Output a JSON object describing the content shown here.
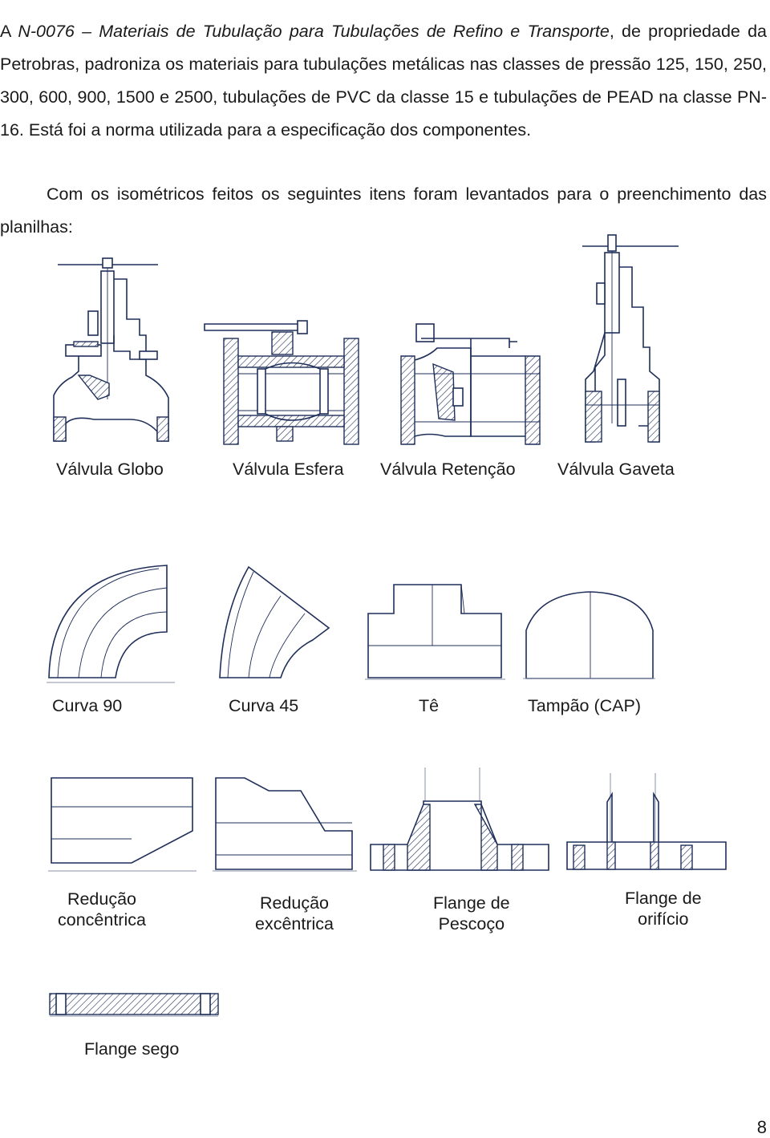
{
  "intro": {
    "lead": "A ",
    "norm_ref": "N-0076 – Materiais de Tubulação para Tubulações de Refino e Transporte",
    "body": ", de propriedade da Petrobras, padroniza os materiais para tubulações metálicas nas classes de pressão 125, 150, 250, 300, 600, 900, 1500 e 2500, tubulações de PVC da classe 15 e tubulações de PEAD na classe PN-16. Está foi a norma utilizada para a especificação dos componentes."
  },
  "second_paragraph": "Com os isométricos feitos os seguintes itens foram levantados para o preenchimento das planilhas:",
  "components": {
    "valvula_globo": "Válvula Globo",
    "valvula_esfera": "Válvula Esfera",
    "valvula_retencao": "Válvula Retenção",
    "valvula_gaveta": "Válvula Gaveta",
    "curva_90": "Curva 90",
    "curva_45": "Curva 45",
    "te": "Tê",
    "tampao": "Tampão (CAP)",
    "reducao_concentrica_1": "Redução",
    "reducao_concentrica_2": "concêntrica",
    "reducao_excentrica_1": "Redução",
    "reducao_excentrica_2": "excêntrica",
    "flange_pescoco_1": "Flange de",
    "flange_pescoco_2": "Pescoço",
    "flange_orificio_1": "Flange de",
    "flange_orificio_2": "orifício",
    "flange_sego": "Flange sego"
  },
  "page_number": "8",
  "colors": {
    "drawing_line": "#1f2f5a",
    "text": "#1a1a1a"
  }
}
